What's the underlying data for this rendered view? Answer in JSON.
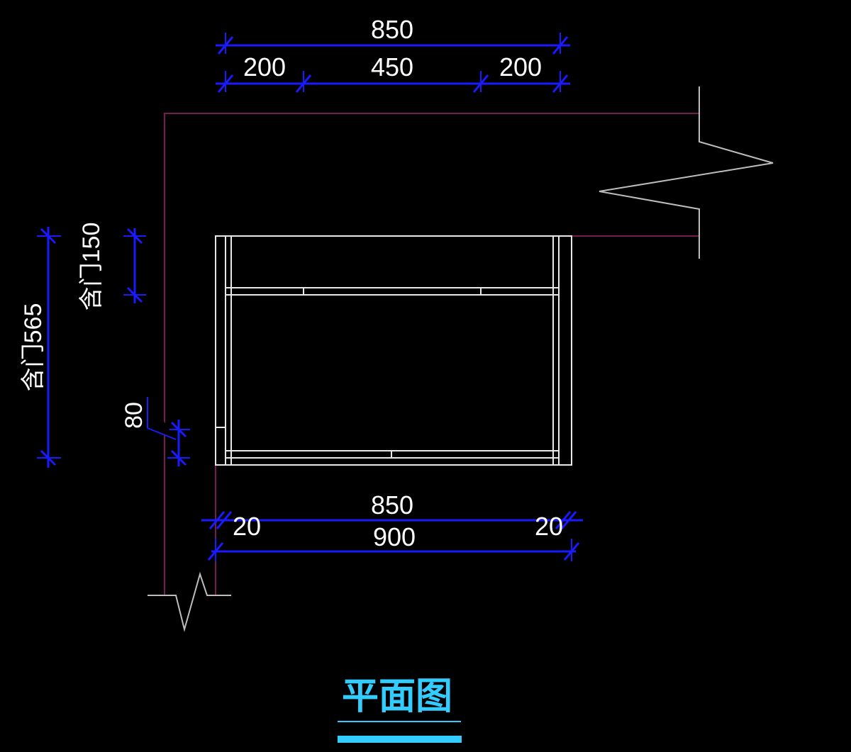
{
  "drawing": {
    "title": "平面图",
    "colors": {
      "background": "#000000",
      "dimension": "#1a1aff",
      "wall": "#7a1a55",
      "cabinet": "#e8e8e8",
      "break_line": "#bdbdbd",
      "title": "#33ccff",
      "text": "#ffffff"
    }
  },
  "dimensions": {
    "top_overall": "850",
    "top_left": "200",
    "top_middle": "450",
    "top_right": "200",
    "bottom_inner": "850",
    "bottom_overall": "900",
    "bottom_left_gap": "20",
    "bottom_right_gap": "20",
    "left_outer": "含门565",
    "left_inner": "含门150",
    "left_small": "80"
  }
}
